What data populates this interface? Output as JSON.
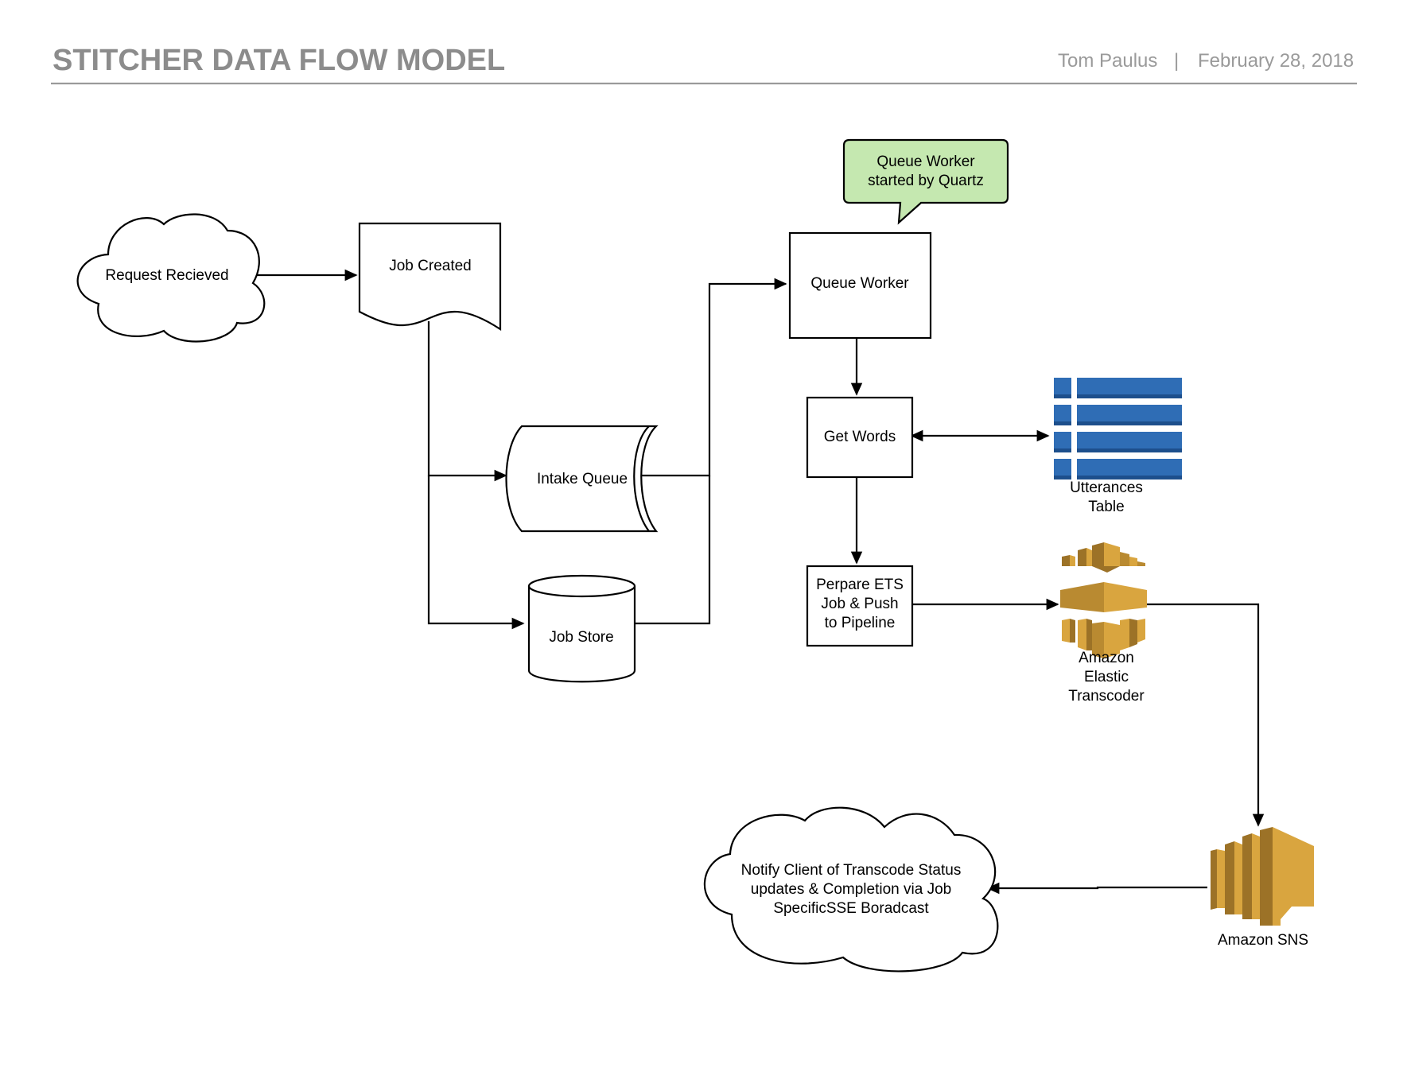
{
  "header": {
    "title": "STITCHER DATA FLOW MODEL",
    "author": "Tom Paulus",
    "separator": "|",
    "date": "February 28, 2018"
  },
  "nodes": {
    "request": {
      "label": [
        "Request Recieved"
      ]
    },
    "job_created": {
      "label": [
        "Job Created"
      ]
    },
    "intake_queue": {
      "label": [
        "Intake Queue"
      ]
    },
    "job_store": {
      "label": [
        "Job Store"
      ]
    },
    "callout": {
      "label": [
        "Queue Worker",
        "started by Quartz"
      ]
    },
    "queue_worker": {
      "label": [
        "Queue Worker"
      ]
    },
    "get_words": {
      "label": [
        "Get Words"
      ]
    },
    "utterances": {
      "label": [
        "Utterances",
        "Table"
      ]
    },
    "prepare_ets": {
      "label": [
        "Perpare ETS",
        "Job & Push",
        "to Pipeline"
      ]
    },
    "transcoder": {
      "label": [
        "Amazon",
        "Elastic",
        "Transcoder"
      ]
    },
    "sns": {
      "label": [
        "Amazon SNS"
      ]
    },
    "notify": {
      "label": [
        "Notify Client of Transcode Status",
        "updates & Completion via Job",
        "SpecificSSE Boradcast"
      ]
    }
  },
  "edges": [
    {
      "from": "request",
      "to": "job_created"
    },
    {
      "from": "job_created",
      "to": "intake_queue"
    },
    {
      "from": "job_created",
      "to": "job_store"
    },
    {
      "from": "intake_queue",
      "to": "queue_worker"
    },
    {
      "from": "job_store",
      "to": "queue_worker"
    },
    {
      "from": "queue_worker",
      "to": "get_words"
    },
    {
      "from": "get_words",
      "to": "utterances",
      "bidirectional": true
    },
    {
      "from": "get_words",
      "to": "prepare_ets"
    },
    {
      "from": "prepare_ets",
      "to": "transcoder"
    },
    {
      "from": "transcoder",
      "to": "sns"
    },
    {
      "from": "sns",
      "to": "notify"
    }
  ],
  "colors": {
    "callout_fill": "#c5e8b0",
    "table_blue": "#2f6db5",
    "table_blue_dark": "#1d4f8c",
    "aws_gold": "#d9a53f",
    "aws_gold_dark": "#9c7227",
    "aws_gold_mid": "#b98a31",
    "rule": "#9a9a9a"
  },
  "icons": {
    "utterances": "database-table-icon",
    "transcoder": "aws-elastic-transcoder-icon",
    "sns": "aws-sns-icon"
  }
}
